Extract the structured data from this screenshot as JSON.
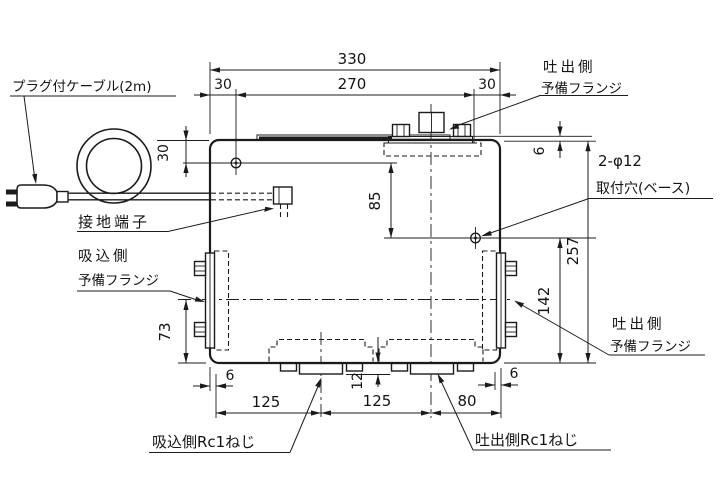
{
  "drawing": {
    "labels": {
      "plug_cable": "プラグ付ケーブル(2m)",
      "ground_terminal": "接地端子",
      "suction_flange_l1": "吸込側",
      "suction_flange_l2": "予備フランジ",
      "discharge_flange_top_l1": "吐出側",
      "discharge_flange_top_l2": "予備フランジ",
      "discharge_flange_right_l1": "吐出側",
      "discharge_flange_right_l2": "予備フランジ",
      "mount_hole_l1": "2-φ12",
      "mount_hole_l2": "取付穴(ベース)",
      "suction_thread": "吸込側Rc1ねじ",
      "discharge_thread": "吐出側Rc1ねじ"
    },
    "dims": {
      "overall_width": "330",
      "top_span_inner": "270",
      "top_offset_left": "30",
      "top_offset_right": "30",
      "hole1_from_top": "30",
      "hole_gap_vertical": "85",
      "overall_height": "257",
      "hole2_to_bottom": "142",
      "suction_center_height": "73",
      "top_plate_lip": "6",
      "base_lip_left": "6",
      "base_lip_right": "6",
      "port_protrusion": "12",
      "bottom_span_left": "125",
      "bottom_span_mid": "125",
      "bottom_span_right": "80"
    },
    "colors": {
      "ink": "#1b1b1b",
      "paper": "#ffffff"
    }
  }
}
